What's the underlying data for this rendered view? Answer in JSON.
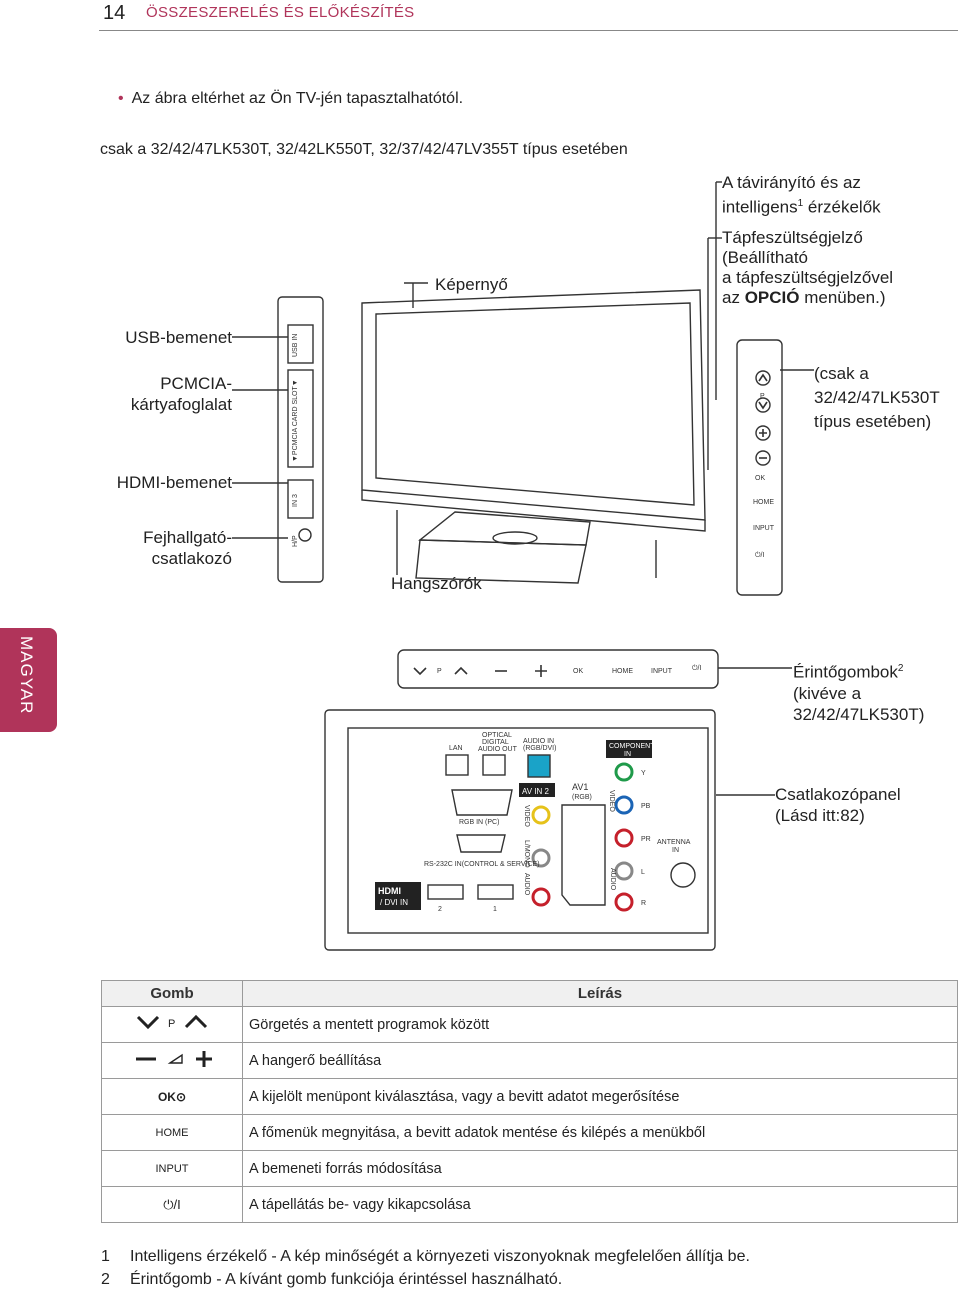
{
  "header": {
    "page_number": "14",
    "title": "ÖSSZESZERELÉS ÉS ELŐKÉSZÍTÉS"
  },
  "note": "Az ábra eltérhet az Ön TV-jén tapasztalhatótól.",
  "models_line": "csak a 32/42/47LK530T, 32/42LK550T, 32/37/42/47LV355T típus esetében",
  "labels": {
    "remote_sensor_1": "A távirányító és az",
    "remote_sensor_2": "intelligens",
    "remote_sensor_sup": "1",
    "remote_sensor_3": " érzékelők",
    "power_ind_1": "Tápfeszültségjelző",
    "power_ind_2": "(Beállítható",
    "power_ind_3": "a tápfeszültségjelzővel",
    "power_ind_4a": "az ",
    "power_ind_4b": "OPCIÓ",
    "power_ind_4c": " menüben.)",
    "screen": "Képernyő",
    "usb": "USB-bemenet",
    "pcmcia_1": "PCMCIA-",
    "pcmcia_2": "kártyafoglalat",
    "hdmi": "HDMI-bemenet",
    "headphone_1": "Fejhallgató-",
    "headphone_2": "csatlakozó",
    "speakers": "Hangszórók",
    "only_1": "(csak a",
    "only_2": "32/42/47LK530T",
    "only_3": "típus esetében)",
    "touch_1": "Érintőgombok",
    "touch_sup": "2",
    "touch_2": "(kivéve a",
    "touch_3": "32/42/47LK530T)",
    "panel_1": "Csatlakozópanel",
    "panel_2": "(Lásd itt:82)"
  },
  "side_tab": "MAGYAR",
  "diagram_text": {
    "usb_in": "USB IN",
    "pcmcia_slot": "▼PCMCIA CARD SLOT▼",
    "hdmi3": "IN 3",
    "hp": "H/P",
    "p": "P",
    "ok": "OK",
    "home": "HOME",
    "input": "INPUT",
    "power": "⏻/I",
    "lan": "LAN",
    "optical_1": "OPTICAL",
    "optical_2": "DIGITAL",
    "optical_3": "AUDIO OUT",
    "audio_in_1": "AUDIO IN",
    "audio_in_2": "(RGB/DVI)",
    "component_1": "COMPONENT",
    "component_2": "IN",
    "rgb_in": "RGB IN (PC)",
    "av_in2": "AV IN 2",
    "av1": "AV1",
    "av1_rgb": "(RGB)",
    "video": "VIDEO",
    "y": "Y",
    "pb": "PB",
    "pr": "PR",
    "l": "L",
    "r": "R",
    "audio": "AUDIO",
    "mono": "L/MONO",
    "antenna_1": "ANTENNA",
    "antenna_2": "IN",
    "rs232": "RS-232C IN(CONTROL & SERVICE)",
    "hdmi_dvi": "/ DVI IN",
    "hdmi_logo": "HDMI",
    "hdmi_2": "2",
    "hdmi_1": "1"
  },
  "table": {
    "col_button": "Gomb",
    "col_desc": "Leírás",
    "rows": [
      {
        "icon": "channel-up-down-icon",
        "desc": "Görgetés a mentett programok között"
      },
      {
        "icon": "volume-icon",
        "desc": "A hangerő beállítása"
      },
      {
        "icon": "ok-icon",
        "label": "OK⊙",
        "desc": "A kijelölt menüpont kiválasztása, vagy a bevitt adatot megerősítése"
      },
      {
        "icon": "home-icon",
        "label": "HOME",
        "desc": "A főmenük megnyitása, a bevitt adatok mentése és kilépés a menükből"
      },
      {
        "icon": "input-icon",
        "label": "INPUT",
        "desc": "A bemeneti forrás módosítása"
      },
      {
        "icon": "power-icon",
        "label": "⏻/I",
        "desc": "A tápellátás be- vagy kikapcsolása"
      }
    ]
  },
  "footnotes": [
    {
      "num": "1",
      "text": "Intelligens érzékelő - A kép minőségét a környezeti viszonyoknak megfelelően állítja be."
    },
    {
      "num": "2",
      "text": "Érintőgomb - A kívánt gomb funkciója érintéssel használható."
    }
  ]
}
